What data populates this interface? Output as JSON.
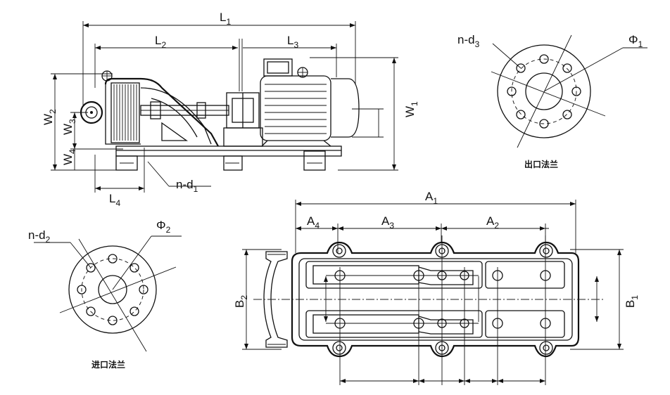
{
  "labels": {
    "L1": {
      "main": "L",
      "sub": "1"
    },
    "L2": {
      "main": "L",
      "sub": "2"
    },
    "L3": {
      "main": "L",
      "sub": "3"
    },
    "L4": {
      "main": "L",
      "sub": "4"
    },
    "W1": {
      "main": "W",
      "sub": "1"
    },
    "W2": {
      "main": "W",
      "sub": "2"
    },
    "W3": {
      "main": "W",
      "sub": "3"
    },
    "W4": {
      "main": "W",
      "sub": "4"
    },
    "nd1": {
      "main": "n-d",
      "sub": "1"
    },
    "nd2": {
      "main": "n-d",
      "sub": "2"
    },
    "nd3": {
      "main": "n-d",
      "sub": "3"
    },
    "phi1": {
      "main": "Φ",
      "sub": "1"
    },
    "phi2": {
      "main": "Φ",
      "sub": "2"
    },
    "A1": {
      "main": "A",
      "sub": "1"
    },
    "A2": {
      "main": "A",
      "sub": "2"
    },
    "A3": {
      "main": "A",
      "sub": "3"
    },
    "A4": {
      "main": "A",
      "sub": "4"
    },
    "B1": {
      "main": "B",
      "sub": "1"
    },
    "B2": {
      "main": "B",
      "sub": "2"
    }
  },
  "captions": {
    "outlet_flange": "出口法兰",
    "inlet_flange": "进口法兰"
  }
}
